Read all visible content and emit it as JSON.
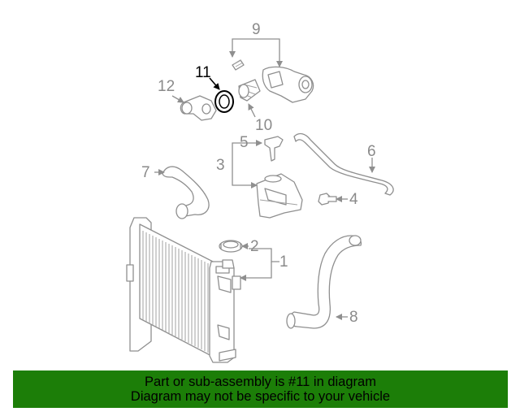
{
  "callouts": [
    {
      "id": "1",
      "label": "1"
    },
    {
      "id": "2",
      "label": "2"
    },
    {
      "id": "3",
      "label": "3"
    },
    {
      "id": "4",
      "label": "4"
    },
    {
      "id": "5",
      "label": "5"
    },
    {
      "id": "6",
      "label": "6"
    },
    {
      "id": "7",
      "label": "7"
    },
    {
      "id": "8",
      "label": "8"
    },
    {
      "id": "9",
      "label": "9"
    },
    {
      "id": "10",
      "label": "10"
    },
    {
      "id": "11",
      "label": "11",
      "highlighted": true
    },
    {
      "id": "12",
      "label": "12"
    }
  ],
  "colors": {
    "banner_bg": "#1c7e08",
    "line_art": "#8f8f8f",
    "highlight": "#000000"
  },
  "banner": {
    "line1": "Part or sub-assembly is #11 in diagram",
    "line2": "Diagram may not be specific to your vehicle"
  }
}
